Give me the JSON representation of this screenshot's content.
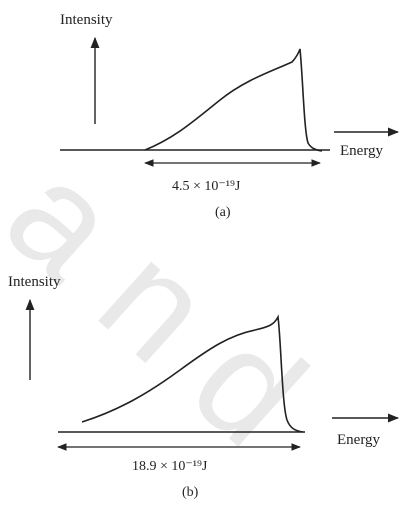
{
  "panel_a": {
    "axis_label_y": "Intensity",
    "axis_label_x": "Energy",
    "range_label": "4.5 × 10⁻¹⁹J",
    "caption": "(a)"
  },
  "panel_b": {
    "axis_label_y": "Intensity",
    "axis_label_x": "Energy",
    "range_label": "18.9 × 10⁻¹⁹J",
    "caption": "(b)"
  },
  "watermark": "a n d",
  "colors": {
    "ink": "#222222",
    "watermark": "#e9e9e9"
  }
}
